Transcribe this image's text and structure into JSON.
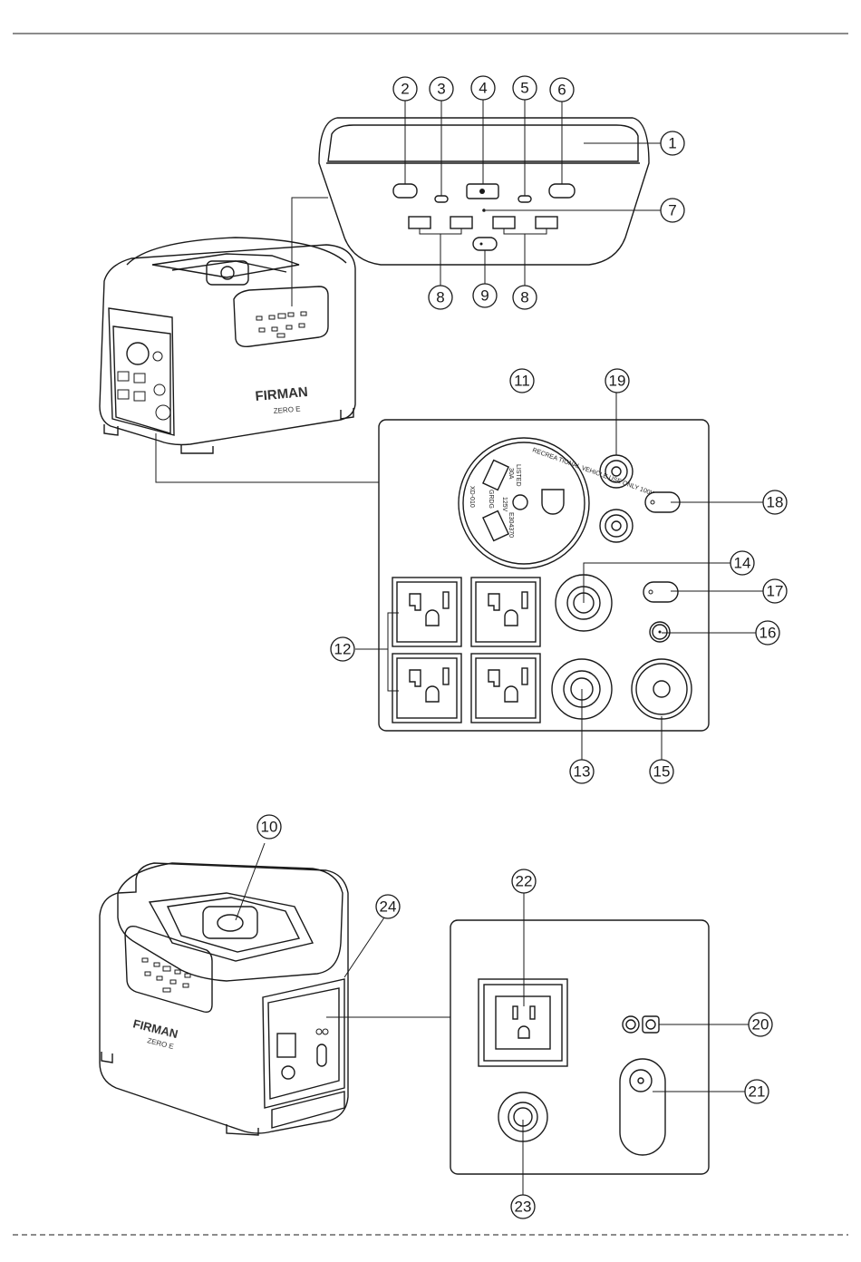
{
  "brand": {
    "name": "FIRMAN",
    "model": "ZERO E"
  },
  "receptacle_text": {
    "ring": "RECREA TIONAL VEHICLE USE ONLY 100W DA",
    "left": "XD-010",
    "rating1": "30A",
    "rating2": "125V",
    "grd": "GRDG",
    "code": "E304370",
    "listed": "LISTED"
  },
  "callouts": {
    "c1": "1",
    "c2": "2",
    "c3": "3",
    "c4": "4",
    "c5": "5",
    "c6": "6",
    "c7": "7",
    "c8a": "8",
    "c8b": "8",
    "c9": "9",
    "c10": "10",
    "c11": "11",
    "c12": "12",
    "c13": "13",
    "c14": "14",
    "c15": "15",
    "c16": "16",
    "c17": "17",
    "c18": "18",
    "c19": "19",
    "c20": "20",
    "c21": "21",
    "c22": "22",
    "c23": "23",
    "c24": "24"
  }
}
